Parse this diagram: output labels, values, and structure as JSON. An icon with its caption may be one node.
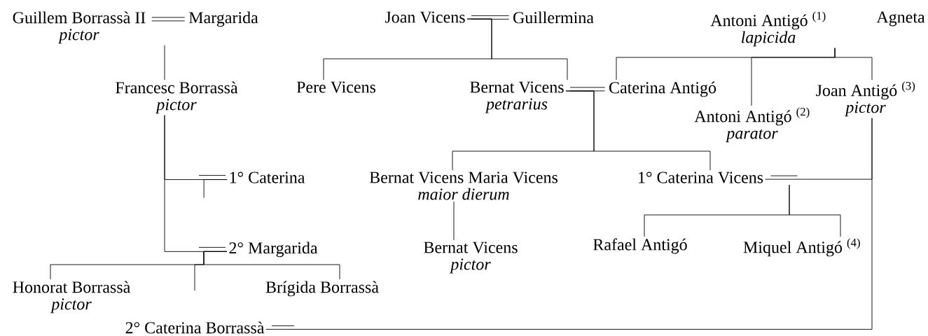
{
  "diagram": {
    "nodes": [
      {
        "text": [
          "Guillem Borrassà II",
          "pictor"
        ]
      },
      {
        "text": [
          "Margarida"
        ]
      },
      {
        "text": [
          "Joan Vicens"
        ]
      },
      {
        "text": [
          "Guillermina"
        ]
      },
      {
        "text": [
          "Antoni Antigó $^{(1)}$",
          "lapicida"
        ]
      },
      {
        "text": [
          "Agneta"
        ]
      },
      {
        "text": [
          "Francesc Borrassà",
          "pictor"
        ]
      },
      {
        "text": [
          "Pere Vicens"
        ]
      },
      {
        "text": [
          "Bernat Vicens",
          "petrarius"
        ]
      },
      {
        "text": [
          "Caterina Antigó"
        ]
      },
      {
        "text": [
          "Joan Antigó $^{(3)}$",
          "pictor"
        ]
      },
      {
        "text": [
          "Antoni Antigó $^{(2)}$",
          "parator"
        ]
      },
      {
        "text": [
          "1° Caterina"
        ]
      },
      {
        "text": [
          "Bernat Vicens Maria Vicens",
          "maior dierum"
        ]
      },
      {
        "text": [
          "1° Caterina Vicens"
        ]
      },
      {
        "text": [
          "2° Margarida"
        ]
      },
      {
        "text": [
          "Bernat Vicens",
          "pictor"
        ]
      },
      {
        "text": [
          "Rafael Antigó"
        ]
      },
      {
        "text": [
          "Miquel Antigó $^{(4)}$"
        ]
      },
      {
        "text": [
          "Honorat Borrassà",
          "pictor"
        ]
      },
      {
        "text": [
          "Brígida Borrassà"
        ]
      },
      {
        "text": [
          "2° Caterina Borrassà"
        ]
      }
    ],
    "edges": [
      {
        "from": 0,
        "to": 1,
        "arrow": "none"
      },
      {
        "from": 0,
        "to": 6,
        "arrow": "none"
      },
      {
        "from": 2,
        "to": 3,
        "arrow": "none"
      },
      {
        "from": 4,
        "to": 9,
        "arrow": "none"
      },
      {
        "from": 4,
        "to": 11,
        "arrow": "none"
      },
      {
        "from": 4,
        "to": 10,
        "arrow": "none"
      },
      {
        "from": 2,
        "to": 7,
        "arrow": "none"
      },
      {
        "from": 2,
        "to": 8,
        "arrow": "none"
      },
      {
        "from": 8,
        "to": 9,
        "arrow": "none"
      },
      {
        "from": 6,
        "to": 12,
        "arrow": "none"
      },
      {
        "from": 12,
        "to": null,
        "arrow": "none"
      },
      {
        "from": 8,
        "to": 13,
        "arrow": "none"
      },
      {
        "from": 8,
        "to": 14,
        "arrow": "none"
      },
      {
        "from": 14,
        "to": 10,
        "arrow": "none"
      },
      {
        "from": 6,
        "to": 15,
        "arrow": "none"
      },
      {
        "from": 13,
        "to": 16,
        "arrow": "none"
      },
      {
        "from": 14,
        "to": 17,
        "arrow": "none"
      },
      {
        "from": 14,
        "to": 18,
        "arrow": "none"
      },
      {
        "from": 15,
        "to": 19,
        "arrow": "none"
      },
      {
        "from": 15,
        "to": null,
        "arrow": "none"
      },
      {
        "from": 15,
        "to": 20,
        "arrow": "none"
      },
      {
        "from": 21,
        "to": 10,
        "arrow": "none"
      }
    ]
  }
}
